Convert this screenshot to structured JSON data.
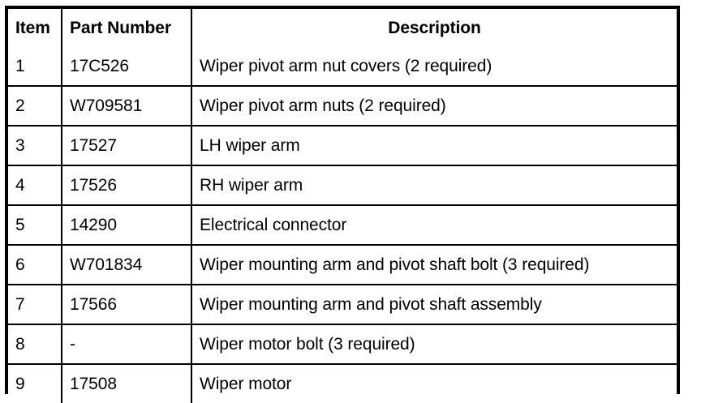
{
  "table": {
    "columns": [
      {
        "key": "item",
        "label": "Item",
        "align": "left"
      },
      {
        "key": "part_number",
        "label": "Part Number",
        "align": "left"
      },
      {
        "key": "description",
        "label": "Description",
        "align": "center"
      }
    ],
    "rows": [
      {
        "item": "1",
        "part_number": "17C526",
        "description": "Wiper pivot arm nut covers (2 required)"
      },
      {
        "item": "2",
        "part_number": "W709581",
        "description": "Wiper pivot arm nuts (2 required)"
      },
      {
        "item": "3",
        "part_number": "17527",
        "description": "LH wiper arm"
      },
      {
        "item": "4",
        "part_number": "17526",
        "description": "RH wiper arm"
      },
      {
        "item": "5",
        "part_number": "14290",
        "description": "Electrical connector"
      },
      {
        "item": "6",
        "part_number": "W701834",
        "description": "Wiper mounting arm and pivot shaft bolt (3 required)"
      },
      {
        "item": "7",
        "part_number": "17566",
        "description": "Wiper mounting arm and pivot shaft assembly"
      },
      {
        "item": "8",
        "part_number": "-",
        "description": "Wiper motor bolt (3 required)"
      },
      {
        "item": "9",
        "part_number": "17508",
        "description": "Wiper motor"
      }
    ]
  },
  "colors": {
    "border": "#000000",
    "text": "#000000",
    "background": "#ffffff"
  }
}
